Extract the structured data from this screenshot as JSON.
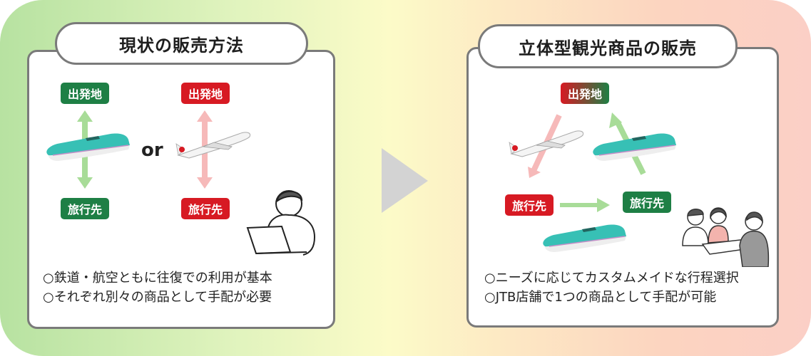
{
  "left_panel": {
    "title": "現状の販売方法",
    "rail": {
      "origin": "出発地",
      "destination": "旅行先",
      "color": "#1e7f45"
    },
    "connector": "or",
    "air": {
      "origin": "出発地",
      "destination": "旅行先",
      "color": "#d71a23"
    },
    "bullets": [
      "○鉄道・航空ともに往復での利用が基本",
      "○それぞれ別々の商品として手配が必要"
    ]
  },
  "arrow": {
    "icon": "play-triangle-icon",
    "color": "#d3d3d3"
  },
  "right_panel": {
    "title": "立体型観光商品の販売",
    "origin": "出発地",
    "destination_air": "旅行先",
    "destination_rail": "旅行先",
    "bullets": [
      "○ニーズに応じてカスタムメイドな行程選択",
      "○JTB店舗で1つの商品として手配が可能"
    ]
  },
  "colors": {
    "green": "#1e7f45",
    "red": "#d71a23",
    "arrow_green": "#a8dc98",
    "arrow_red": "#f6b9b9",
    "border": "#7a7a7a"
  }
}
